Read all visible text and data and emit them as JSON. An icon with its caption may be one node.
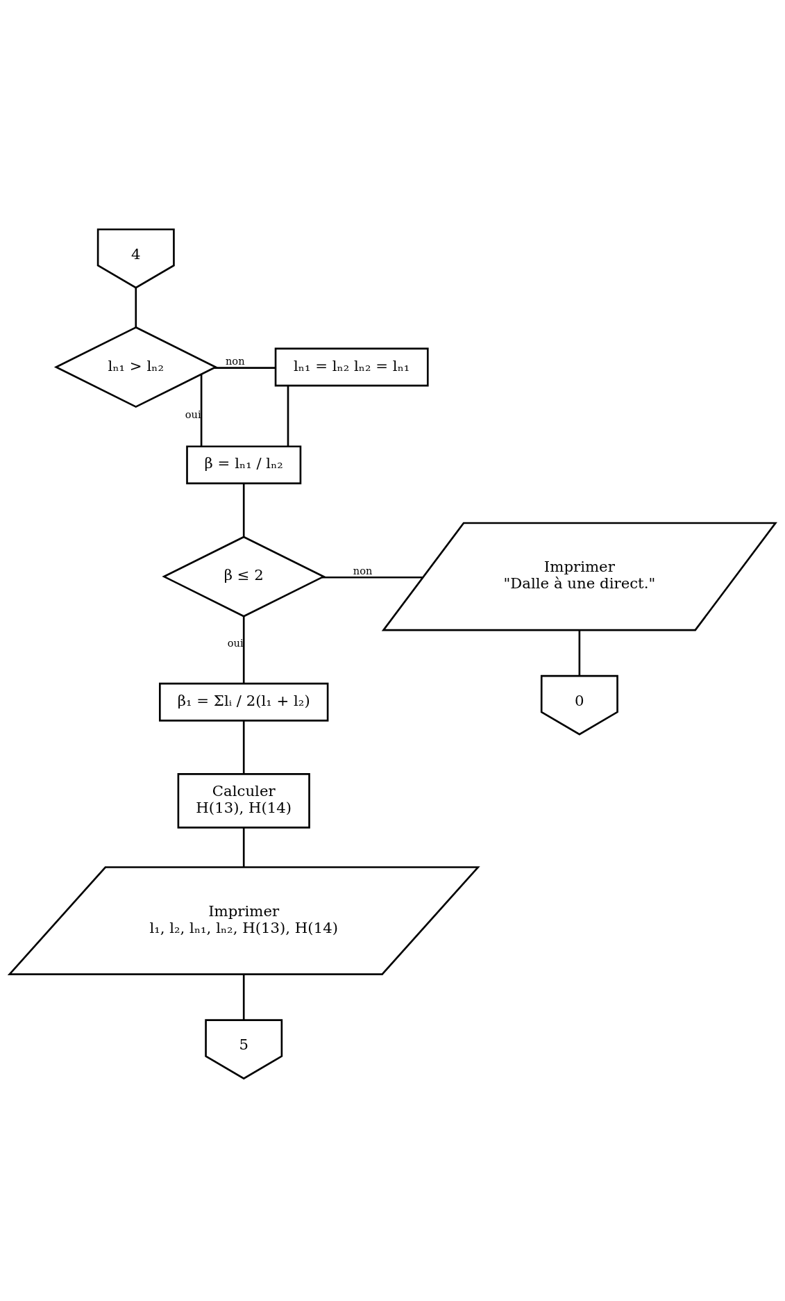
{
  "diagram": {
    "nodes": [
      {
        "text": [
          "4"
        ]
      },
      {
        "text": [
          "lₙ₁ > lₙ₂"
        ]
      },
      {
        "text": [
          "lₙ₁ = lₙ₂ lₙ₂ = lₙ₁"
        ]
      },
      {
        "text": [
          "β = lₙ₁ / lₙ₂"
        ]
      },
      {
        "text": [
          "β ≤ 2"
        ]
      },
      {
        "text": [
          "Imprimer",
          "\"Dalle à une direct.\""
        ]
      },
      {
        "text": [
          "β₁ = Σlᵢ / 2(l₁ + l₂)"
        ]
      },
      {
        "text": [
          "0"
        ]
      },
      {
        "text": [
          "Calculer",
          "H(13), H(14)"
        ]
      },
      {
        "text": [
          "Imprimer",
          "l₁, l₂, lₙ₁, lₙ₂, H(13), H(14)"
        ]
      },
      {
        "text": [
          "5"
        ]
      }
    ],
    "edges": [
      {
        "from": 0,
        "to": 1,
        "arrow": "none"
      },
      {
        "from": 1,
        "to": 2,
        "arrow": "none",
        "label": "non"
      },
      {
        "from": 1,
        "to": 3,
        "arrow": "none",
        "label": "oui"
      },
      {
        "from": 2,
        "to": 3,
        "arrow": "none"
      },
      {
        "from": 3,
        "to": 4,
        "arrow": "none"
      },
      {
        "from": 4,
        "to": 5,
        "arrow": "none",
        "label": "non"
      },
      {
        "from": 4,
        "to": 6,
        "arrow": "none",
        "label": "oui"
      },
      {
        "from": 5,
        "to": 7,
        "arrow": "none"
      },
      {
        "from": 6,
        "to": 8,
        "arrow": "none"
      },
      {
        "from": 8,
        "to": 9,
        "arrow": "none"
      },
      {
        "from": 9,
        "to": 10,
        "arrow": "none"
      }
    ]
  }
}
